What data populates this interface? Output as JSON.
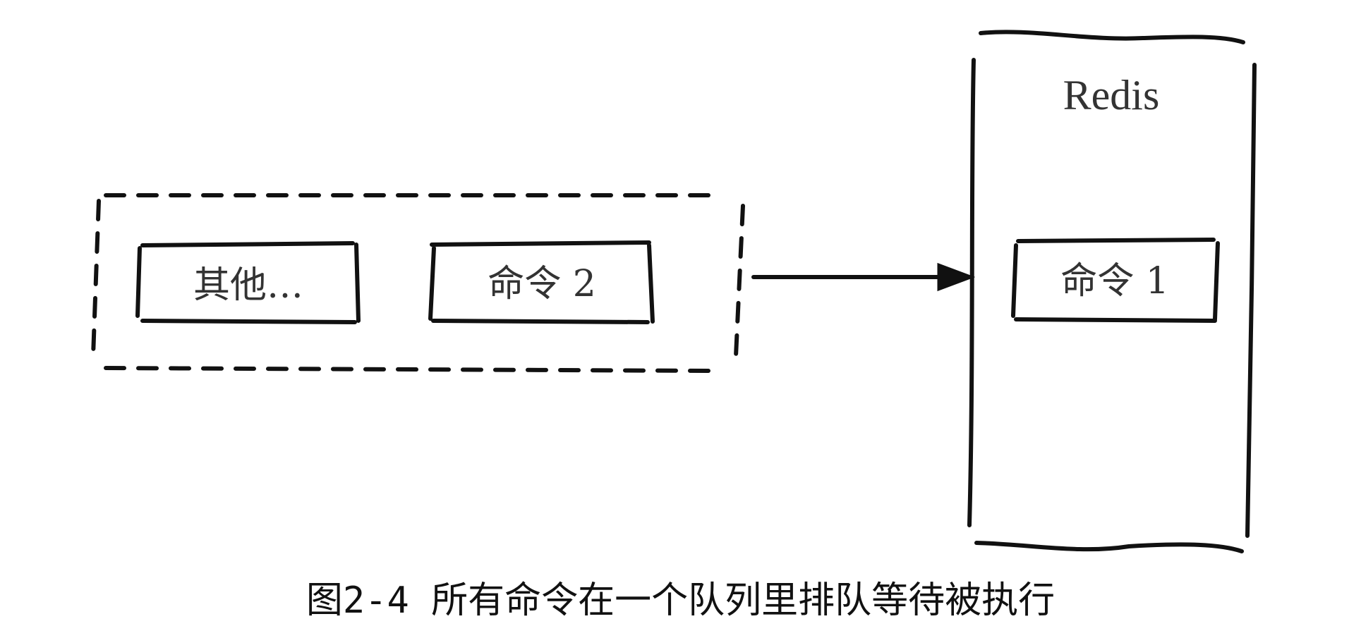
{
  "server": {
    "label": "Redis"
  },
  "queue": {
    "items": [
      {
        "label": "其他…"
      },
      {
        "label": "命令 2"
      }
    ]
  },
  "executing": {
    "label": "命令 1"
  },
  "caption": "图2-4 所有命令在一个队列里排队等待被执行"
}
